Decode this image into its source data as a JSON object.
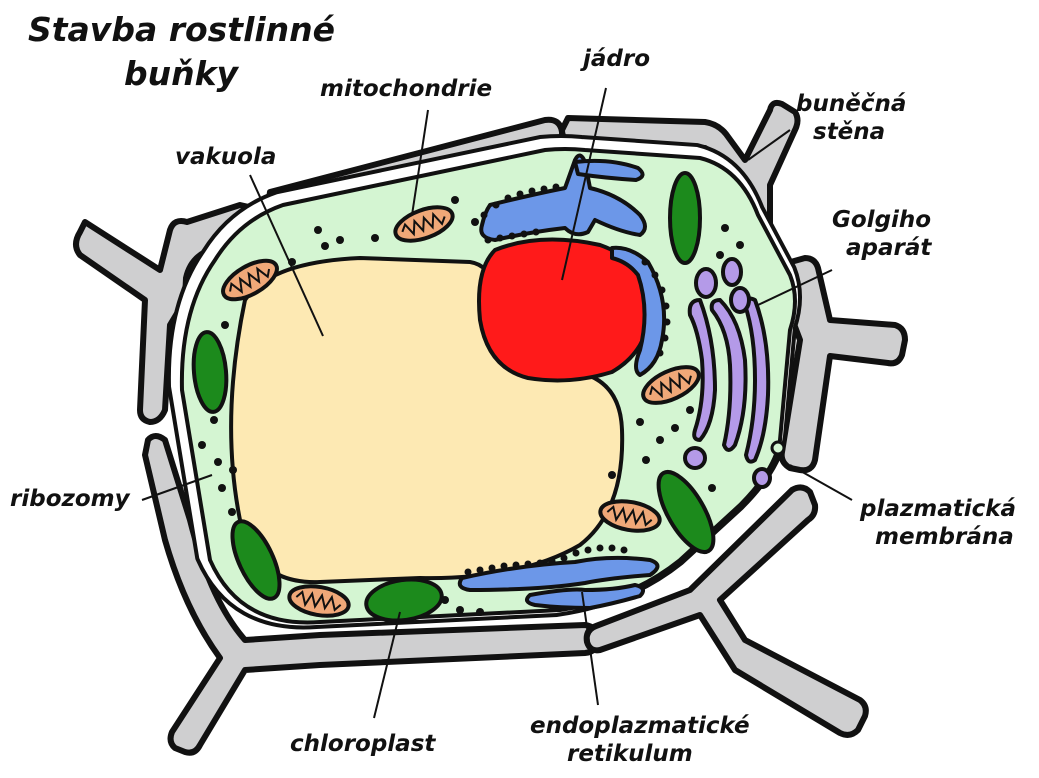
{
  "title": {
    "line1": "Stavba rostlinné",
    "line2": "buňky"
  },
  "labels": {
    "mitochondrie": "mitochondrie",
    "jadro": "jádro",
    "bunecna_stena_line1": "buněčná",
    "bunecna_stena_line2": "stěna",
    "vakuola": "vakuola",
    "golgiho_line1": "Golgiho",
    "golgiho_line2": "aparát",
    "ribozomy": "ribozomy",
    "membrana_line1": "plazmatická",
    "membrana_line2": "membrána",
    "chloroplast": "chloroplast",
    "er_line1": "endoplazmatické",
    "er_line2": "retikulum"
  },
  "colors": {
    "cell_wall": "#cfcfd0",
    "cytoplasm": "#d4f5d2",
    "vacuole": "#fde9b3",
    "nucleus": "#ff1a1a",
    "er": "#6c97e8",
    "golgi": "#b49ae8",
    "chloroplast": "#1c8a1c",
    "mitochondria": "#f0a878",
    "outline": "#111111"
  }
}
